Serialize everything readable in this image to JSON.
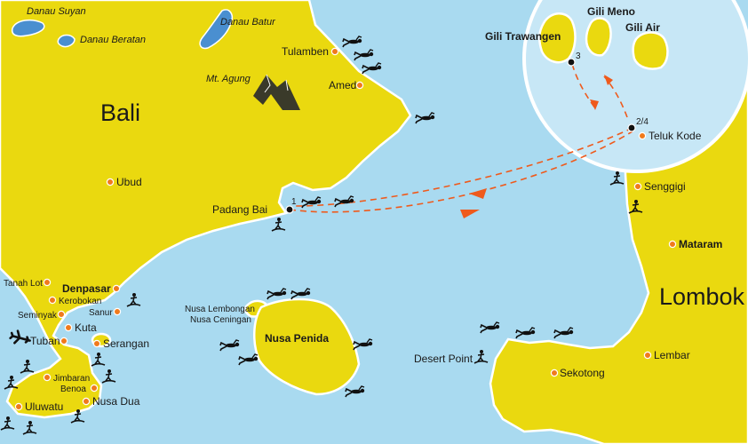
{
  "colors": {
    "sea": "#a9daf0",
    "land": "#ead90f",
    "lake": "#4a8fd0",
    "route": "#ef5a1c",
    "town": "#f07a1c",
    "port": "#111111"
  },
  "islands": {
    "bali": "Bali",
    "lombok": "Lombok"
  },
  "lakes": {
    "suyan": "Danau Suyan",
    "beratan": "Danau Beratan",
    "batur": "Danau Batur"
  },
  "mountain": "Mt. Agung",
  "towns": {
    "tulamben": "Tulamben",
    "amed": "Amed",
    "ubud": "Ubud",
    "padang_bai": "Padang Bai",
    "tanah_lot": "Tanah Lot",
    "denpasar": "Denpasar",
    "kerobokan": "Kerobokan",
    "seminyak": "Seminyak",
    "sanur": "Sanur",
    "kuta": "Kuta",
    "tuban": "Tuban",
    "serangan": "Serangan",
    "jimbaran": "Jimbaran",
    "benoa": "Benoa",
    "nusa_dua": "Nusa Dua",
    "uluwatu": "Uluwatu",
    "teluk_kode": "Teluk Kode",
    "senggigi": "Senggigi",
    "mataram": "Mataram",
    "lembar": "Lembar",
    "sekotong": "Sekotong",
    "desert_point": "Desert Point"
  },
  "nusa": {
    "lembongan": "Nusa Lembongan",
    "ceningan": "Nusa Ceningan",
    "penida": "Nusa Penida"
  },
  "gili": {
    "trawangan": "Gili Trawangen",
    "meno": "Gili Meno",
    "air": "Gili Air"
  },
  "ports": {
    "p1": "1",
    "p24": "2/4",
    "p3": "3"
  },
  "icons": {
    "diving": "diver-icon",
    "surfing": "surfer-icon",
    "airport": "airplane-icon",
    "volcano": "mountain-icon"
  }
}
